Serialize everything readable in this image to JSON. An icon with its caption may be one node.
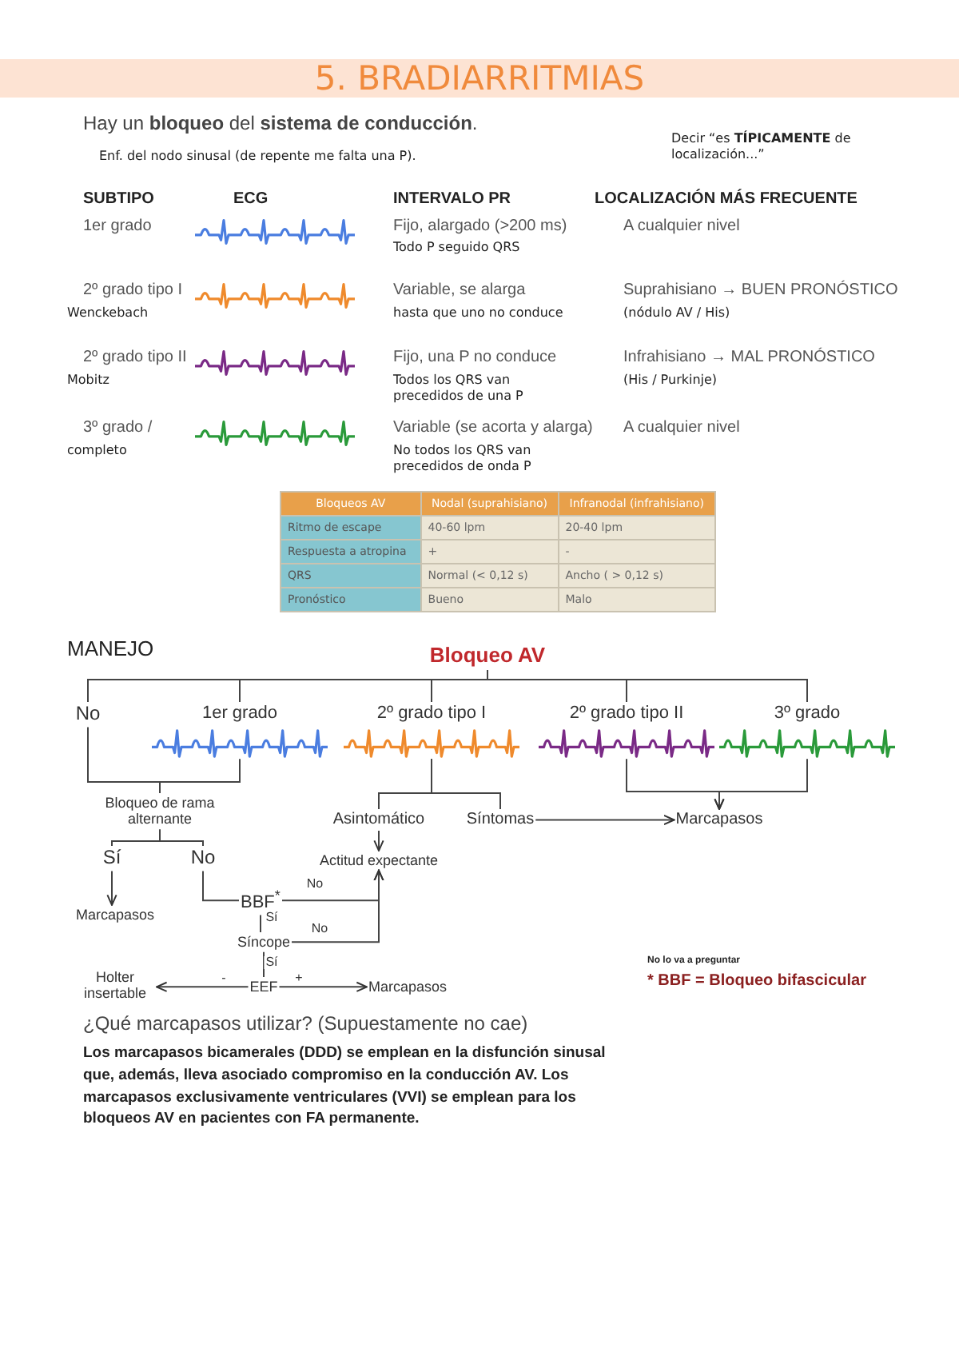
{
  "diagram": {
    "title": "5. BRADIARRITMIAS",
    "nodes": [
      {
        "text": [
          "Bloqueo AV"
        ]
      },
      {
        "text": [
          "No"
        ]
      },
      {
        "text": [
          "1er grado"
        ]
      },
      {
        "text": [
          "2º grado tipo I"
        ]
      },
      {
        "text": [
          "2º grado tipo II"
        ]
      },
      {
        "text": [
          "3º grado"
        ]
      },
      {
        "text": [
          "Bloqueo de rama alternante"
        ]
      },
      {
        "text": [
          "Asintomático"
        ]
      },
      {
        "text": [
          "Síntomas"
        ]
      },
      {
        "text": [
          "Marcapasos"
        ]
      },
      {
        "text": [
          "Actitud expectante"
        ]
      },
      {
        "text": [
          "Sí"
        ]
      },
      {
        "text": [
          "No"
        ]
      },
      {
        "text": [
          "Marcapasos"
        ]
      },
      {
        "text": [
          "BBF$^{*}$"
        ]
      },
      {
        "text": [
          "Síncope"
        ]
      },
      {
        "text": [
          "EEF"
        ]
      },
      {
        "text": [
          "Holter insertable"
        ]
      },
      {
        "text": [
          "Marcapasos"
        ]
      }
    ],
    "edges": [
      {
        "from": 0,
        "to": 1,
        "arrow": "none"
      },
      {
        "from": 0,
        "to": 2,
        "arrow": "none"
      },
      {
        "from": 0,
        "to": 3,
        "arrow": "none"
      },
      {
        "from": 0,
        "to": 4,
        "arrow": "none"
      },
      {
        "from": 0,
        "to": 5,
        "arrow": "none"
      },
      {
        "from": 1,
        "to": 6,
        "arrow": "none"
      },
      {
        "from": 2,
        "to": 6,
        "arrow": "none"
      },
      {
        "from": 3,
        "to": 7,
        "arrow": "none"
      },
      {
        "from": 3,
        "to": 8,
        "arrow": "none"
      },
      {
        "from": 4,
        "to": 9,
        "arrow": "to"
      },
      {
        "from": 5,
        "to": 9,
        "arrow": "to"
      },
      {
        "from": 8,
        "to": 9,
        "arrow": "to"
      },
      {
        "from": 7,
        "to": 10,
        "arrow": "to"
      },
      {
        "from": 6,
        "to": 11,
        "arrow": "none"
      },
      {
        "from": 6,
        "to": 12,
        "arrow": "none"
      },
      {
        "from": 11,
        "to": 13,
        "arrow": "to"
      },
      {
        "from": 12,
        "to": 14,
        "arrow": "none"
      },
      {
        "from": 14,
        "to": 10,
        "arrow": "to",
        "label": "No"
      },
      {
        "from": 14,
        "to": 15,
        "arrow": "none",
        "label": "Sí"
      },
      {
        "from": 15,
        "to": 10,
        "arrow": "to",
        "label": "No"
      },
      {
        "from": 15,
        "to": 16,
        "arrow": "none",
        "label": "Sí"
      },
      {
        "from": 16,
        "to": 17,
        "arrow": "to",
        "label": "-"
      },
      {
        "from": 16,
        "to": 18,
        "arrow": "to",
        "label": "+"
      }
    ],
    "labels": [
      "Hay un **bloqueo** del **sistema de conducción**.",
      "Enf. del nodo sinusal (de repente me falta una P).",
      "Decir “es **TÍPICAMENTE** de localización...”",
      "SUBTIPO",
      "ECG",
      "INTERVALO PR",
      "LOCALIZACIÓN MÁS FRECUENTE",
      "1er grado",
      "Fijo, alargado (>200 ms)",
      "Todo P seguido QRS",
      "A cualquier nivel",
      "2º grado tipo I",
      "Wenckebach",
      "Variable, se alarga",
      "hasta que uno no conduce",
      "Suprahisiano → BUEN PRONÓSTICO",
      "(nódulo AV / His)",
      "2º grado tipo II",
      "Mobitz",
      "Fijo, una P no conduce",
      "Todos los QRS van precedidos de una P",
      "Infrahisiano → MAL PRONÓSTICO",
      "(His / Purkinje)",
      "3º grado /",
      "completo",
      "Variable (se acorta y alarga)",
      "No todos los QRS van precedidos de onda P",
      "A cualquier nivel",
      "Bloqueos AV",
      "Nodal (suprahisiano)",
      "Infranodal (infrahisiano)",
      "Ritmo de escape",
      "40-60 lpm",
      "20-40 lpm",
      "Respuesta a atropina",
      "+",
      "-",
      "QRS",
      "Normal (< 0,12 s)",
      "Ancho ( > 0,12 s)",
      "Pronóstico",
      "Bueno",
      "Malo",
      "MANEJO",
      "No lo va a preguntar",
      "* BBF = Bloqueo bifascicular",
      "¿Qué marcapasos utilizar? (Supuestamente no cae)",
      "Los marcapasos bicamerales (DDD) se emplean en la disfunción sinusal que, además, lleva asociado compromiso en la conducción AV. Los marcapasos exclusivamente ventriculares (VVI) se emplean para los bloqueos AV en pacientes con FA permanente."
    ]
  }
}
